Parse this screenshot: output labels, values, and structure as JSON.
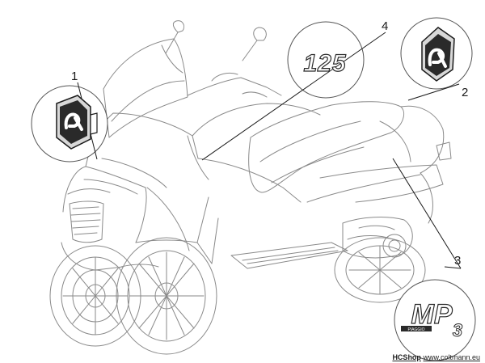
{
  "callouts": [
    {
      "number": "1",
      "part": "front-logo-badge"
    },
    {
      "number": "2",
      "part": "rear-logo-badge"
    },
    {
      "number": "3",
      "part": "mp3-side-decal"
    },
    {
      "number": "4",
      "part": "displacement-decal"
    }
  ],
  "decals": {
    "displacement_text": "125",
    "model_text": "MP",
    "model_suffix": "3",
    "maker_strip": "PIAGGIO"
  },
  "credit": {
    "shop": "HCShop",
    "url": "www.coltmann.eu"
  },
  "colors": {
    "line_art": "#7a7a7a",
    "ink": "#1a1a1a",
    "badge_fill": "#2a2a2a"
  }
}
